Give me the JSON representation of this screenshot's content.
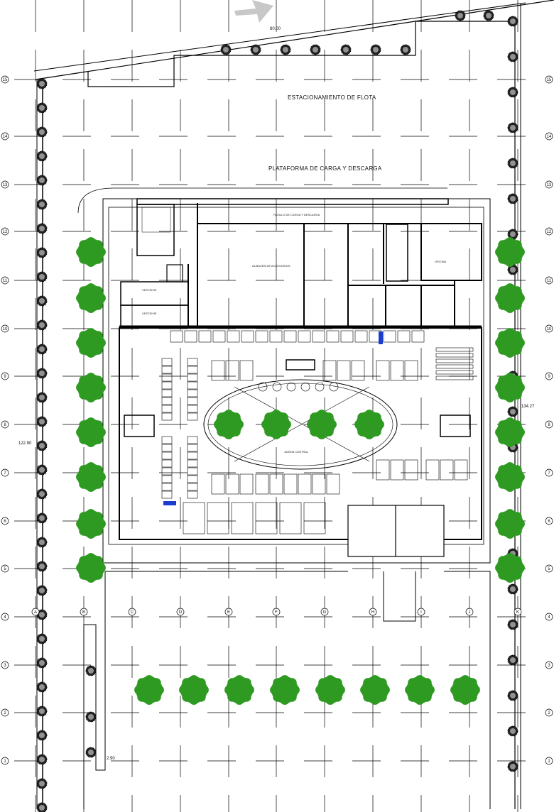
{
  "plan": {
    "labels": {
      "fleet_parking": "ESTACIONAMIENTO DE FLOTA",
      "loading_platform": "PLATAFORMA DE CARGA Y DESCARGA"
    },
    "dimensions": {
      "top": "80.00",
      "left": "122.90",
      "right": "134.27",
      "bottom": "2.90"
    },
    "row_axes": [
      "15",
      "14",
      "13",
      "12",
      "11",
      "10",
      "9",
      "8",
      "7",
      "6",
      "5",
      "4",
      "3",
      "2",
      "1"
    ],
    "column_axes": [
      "A",
      "B",
      "C",
      "D",
      "E",
      "F",
      "G",
      "H",
      "I",
      "J",
      "K"
    ],
    "colors": {
      "tree": "#2e9a22",
      "line": "#000000",
      "furniture_accent": "#1a3ccf",
      "north_arrow": "#c8c8c8"
    }
  }
}
